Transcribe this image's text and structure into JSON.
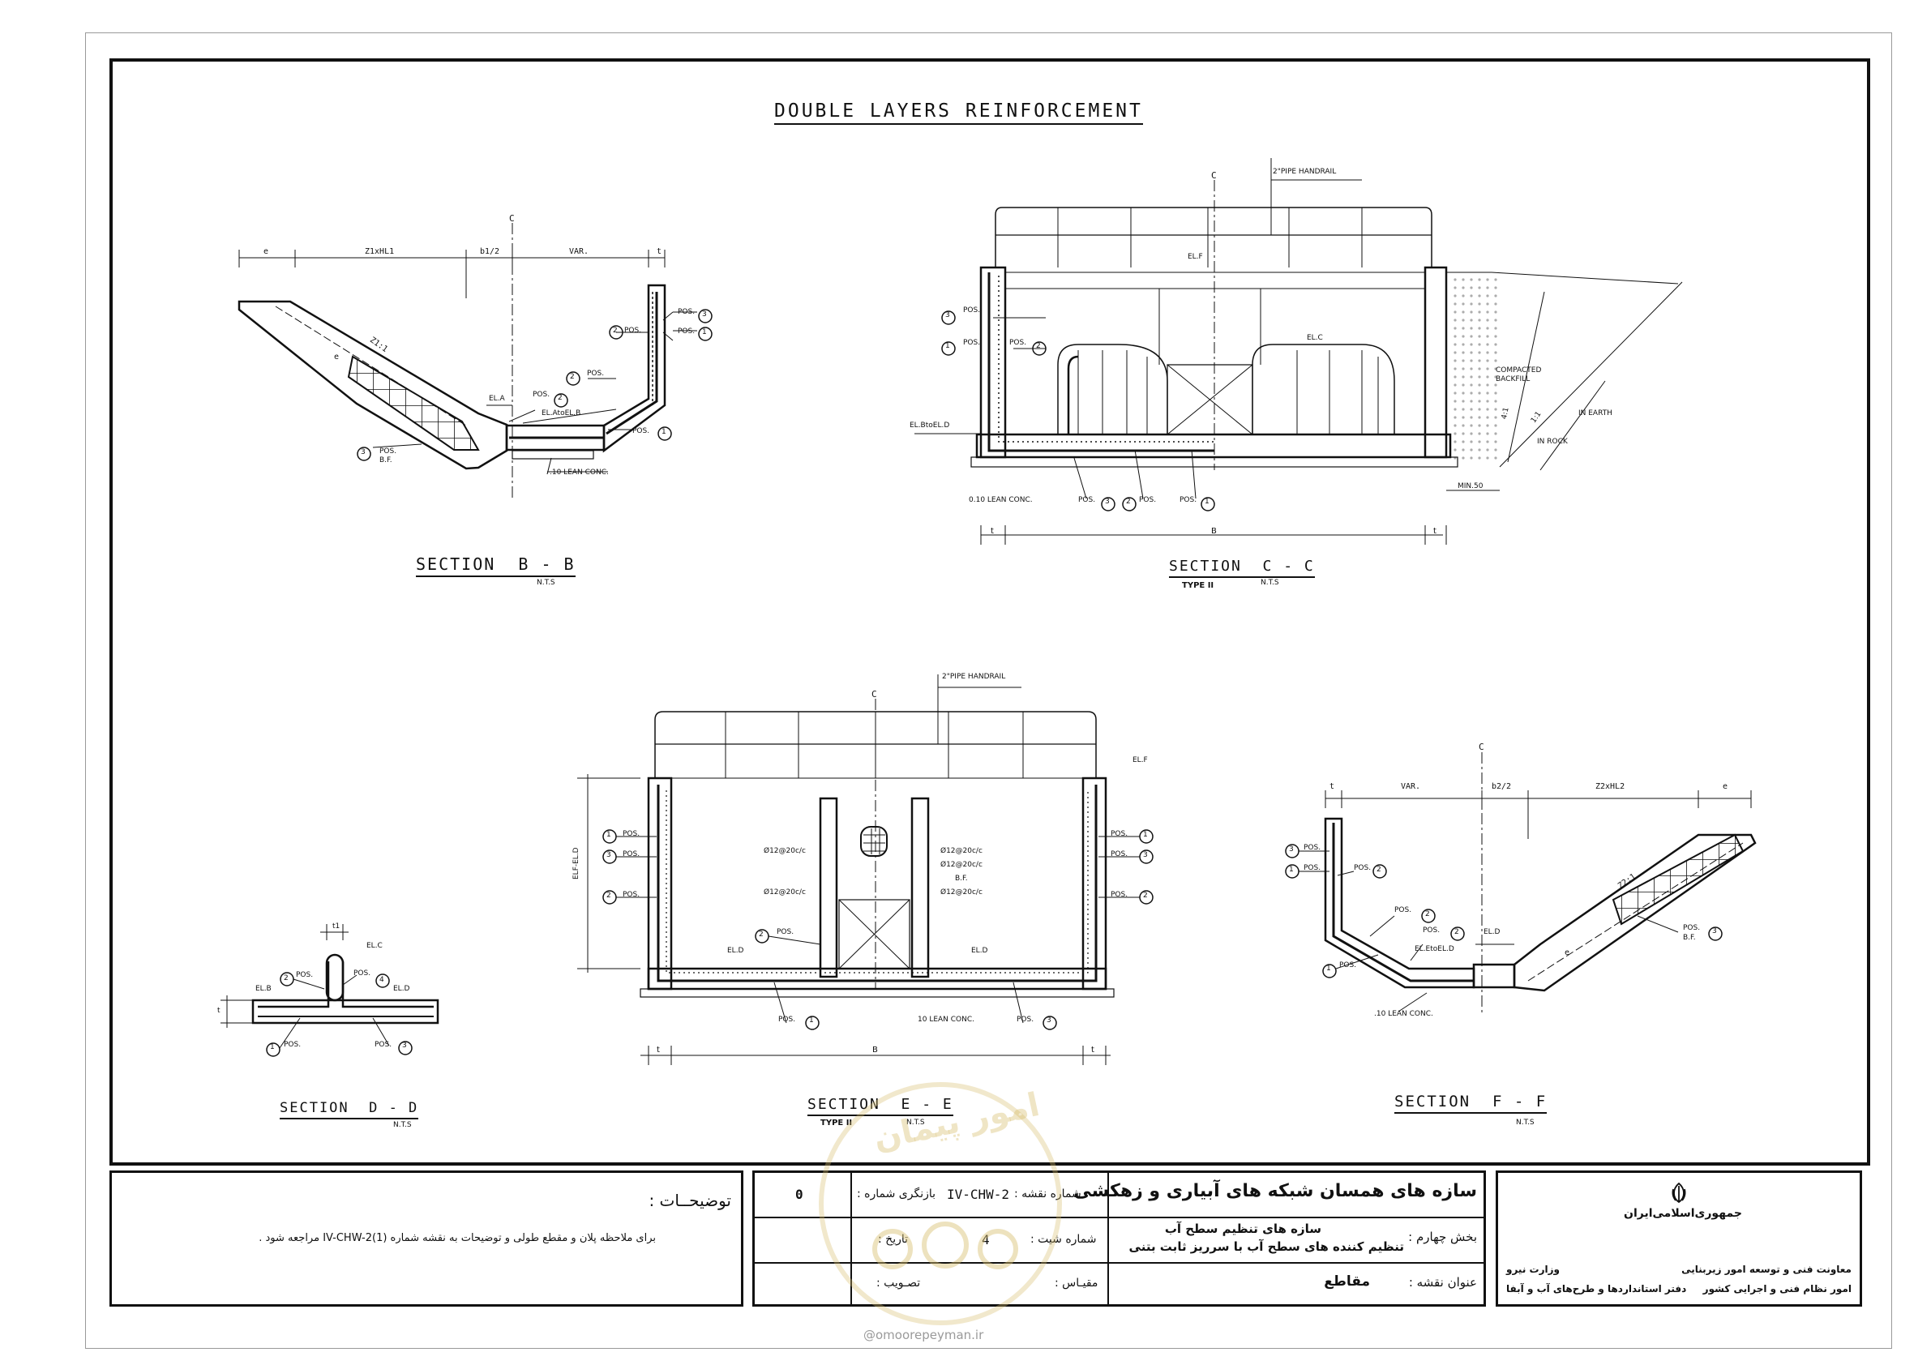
{
  "drawing": {
    "main_title": "DOUBLE LAYERS REINFORCEMENT",
    "sections": {
      "bb": {
        "title": "SECTION  B - B",
        "scale": "N.T.S"
      },
      "cc": {
        "title": "SECTION  C - C",
        "scale": "N.T.S",
        "type": "TYPE II"
      },
      "dd": {
        "title": "SECTION  D - D",
        "scale": "N.T.S"
      },
      "ee": {
        "title": "SECTION  E - E",
        "scale": "N.T.S",
        "type": "TYPE II"
      },
      "ff": {
        "title": "SECTION  F - F",
        "scale": "N.T.S"
      }
    },
    "labels": {
      "pos": "POS.",
      "bf": "B.F.",
      "e": "e",
      "t": "t",
      "t1": "t1",
      "b": "B",
      "var": "VAR.",
      "b1_2": "b1/2",
      "b2_2": "b2/2",
      "z1xhl1": "Z1xHL1",
      "z2xhl2": "Z2xHL2",
      "z1_1": "Z1:1",
      "z2_1": "Z2:1",
      "cl": "C",
      "ela": "EL.A",
      "elatoelb": "EL.AtoEL.B",
      "elbtoeld": "EL.BtoEL.D",
      "eletoeld": "EL.EtoEL.D",
      "elf": "EL.F",
      "elc": "EL.C",
      "eld": "EL.D",
      "elb": "EL.B",
      "elf_eld": "ELF-EL.D",
      "lean_010": ".10 LEAN CONC.",
      "lean_cc": "0.10 LEAN CONC.",
      "lean_ee": "10 LEAN CONC.",
      "handrail": "2\"PIPE HANDRAIL",
      "compacted": "COMPACTED",
      "backfill": "BACKFILL",
      "in_earth": "IN EARTH",
      "in_rock": "IN ROCK",
      "min50": "MIN.50",
      "slope_41": "4:1",
      "slope_11": "1:1",
      "bar": "Ø12@20c/c",
      "n1": "1",
      "n2": "2",
      "n3": "3",
      "n4": "4"
    }
  },
  "title_block": {
    "notes_heading": "توضیحــات :",
    "notes_text": "برای ملاحظه پلان و مقطع طولی و توضیحات به نقشه شماره IV-CHW-2(1) مراجعه شود .",
    "project_title": "سازه های همسان شبکه های آبیاری و زهکشی",
    "part_label": "بخش چهارم :",
    "part_line1": "سازه های تنظیم سطح آب",
    "part_line2": "تنظیم کننده های سطح آب با سرریز ثابت بتنی",
    "drawing_title_label": "عنوان نقشه :",
    "drawing_title_value": "مقاطع",
    "drawing_no_label": "شماره نقشه :",
    "drawing_no_value": "IV-CHW-2",
    "revision_label": "بازنگری شماره :",
    "revision_value": "0",
    "sheet_no_label": "شماره شیت :",
    "sheet_no_value": "4",
    "date_label": "تاریخ :",
    "scale_label": "مقیـاس :",
    "approval_label": "تصـویب :",
    "emblem_text": "جمهوری‌اسلامی‌ایران",
    "org_line1": "معاونت فنی و توسعه امور زیربنایی",
    "org_line1b": "وزارت نیرو",
    "org_line2": "امور نظام فنی و اجرایی کشور",
    "org_line2b": "دفتر استانداردها و طرح‌های آب و آبفا",
    "watermark_url": "omoorepeyman.ir",
    "watermark_logo_text": "امور پیمان"
  }
}
